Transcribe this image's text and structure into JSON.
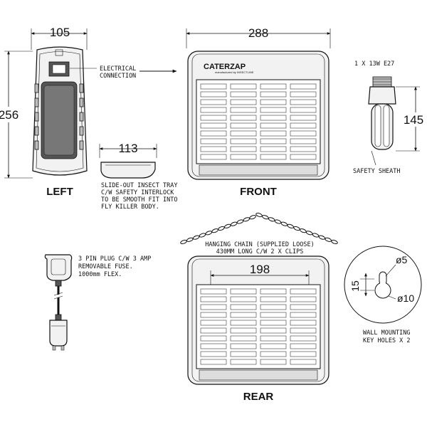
{
  "views": {
    "left": {
      "label": "LEFT",
      "width_dim": "105",
      "height_dim": "256",
      "electrical_note": [
        "ELECTRICAL",
        "CONNECTION"
      ]
    },
    "tray": {
      "width_dim": "113",
      "note": [
        "SLIDE-OUT INSECT TRAY",
        "C/W SAFETY INTERLOCK",
        "TO BE SMOOTH FIT INTO",
        "FLY KILLER BODY."
      ]
    },
    "front": {
      "label": "FRONT",
      "width_dim": "288",
      "brand_name": "CATERZAP",
      "brand_sub": "manufactured by INSECTLINE"
    },
    "lamp": {
      "spec": "1 X 13W E27",
      "height_dim": "145",
      "sheath_note": "SAFETY SHEATH"
    },
    "rear": {
      "label": "REAR",
      "chain_note": [
        "HANGING CHAIN (SUPPLIED LOOSE)",
        "430MM LONG C/W 2 X CLIPS"
      ],
      "hole_spacing_dim": "198"
    },
    "plug": {
      "note": [
        "3 PIN PLUG C/W 3 AMP",
        "REMOVABLE FUSE.",
        "1000mm FLEX."
      ]
    },
    "keyhole": {
      "small_dia": "ø5",
      "large_dia": "ø10",
      "height_dim": "15",
      "note": [
        "WALL MOUNTING",
        "KEY HOLES X 2"
      ]
    }
  }
}
